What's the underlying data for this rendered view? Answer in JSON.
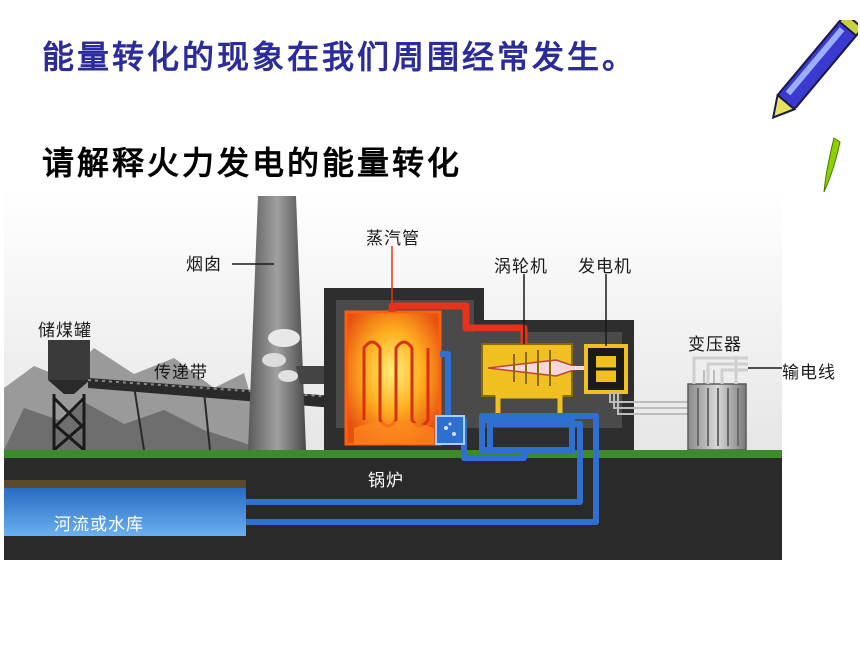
{
  "slide": {
    "heading": "能量转化的现象在我们周围经常发生。",
    "subheading": "请解释火力发电的能量转化"
  },
  "diagram": {
    "labels": {
      "chimney": "烟囱",
      "steam_pipe": "蒸汽管",
      "turbine": "涡轮机",
      "generator": "发电机",
      "coal_bunker": "储煤罐",
      "conveyor": "传递带",
      "transformer": "变压器",
      "power_line": "输电线",
      "boiler": "锅炉",
      "river": "河流或水库"
    }
  },
  "colors": {
    "heading": "#2b2b9a",
    "steam": "#e8321c",
    "water": "#2f6fd0",
    "ground": "#2a2a2a",
    "grass": "#3c8a2a"
  },
  "icons": {
    "pen": "pen-icon"
  }
}
